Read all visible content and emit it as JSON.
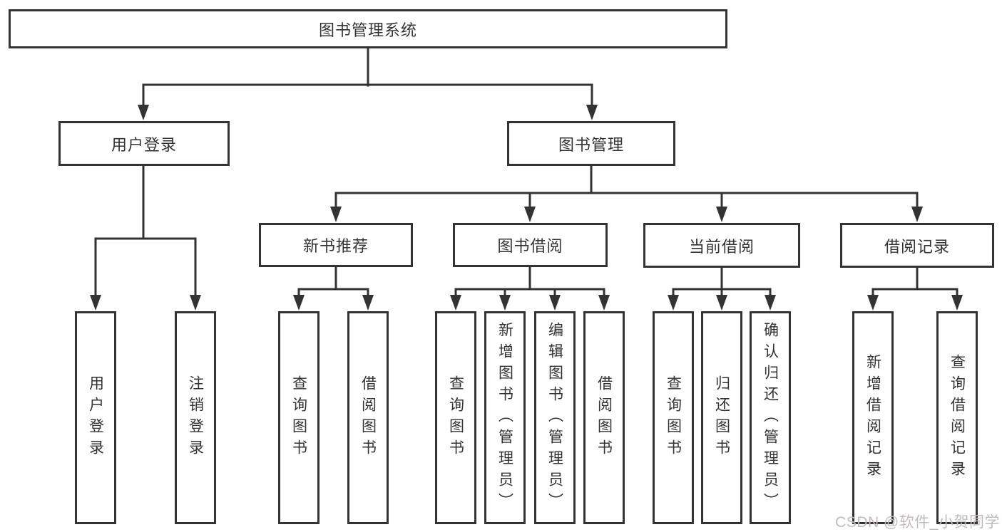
{
  "tree": {
    "label": "图书管理系统",
    "children": [
      {
        "label": "用户登录",
        "children": [
          {
            "label": "用户登录"
          },
          {
            "label": "注销登录"
          }
        ]
      },
      {
        "label": "图书管理",
        "children": [
          {
            "label": "新书推荐",
            "children": [
              {
                "label": "查询图书"
              },
              {
                "label": "借阅图书"
              }
            ]
          },
          {
            "label": "图书借阅",
            "children": [
              {
                "label": "查询图书"
              },
              {
                "label": "新增图书（管理员）"
              },
              {
                "label": "编辑图书（管理员）"
              },
              {
                "label": "借阅图书"
              }
            ]
          },
          {
            "label": "当前借阅",
            "children": [
              {
                "label": "查询图书"
              },
              {
                "label": "归还图书"
              },
              {
                "label": "确认归还（管理员）"
              }
            ]
          },
          {
            "label": "借阅记录",
            "children": [
              {
                "label": "新增借阅记录"
              },
              {
                "label": "查询借阅记录"
              }
            ]
          }
        ]
      }
    ]
  },
  "watermark": {
    "text": "CSDN @软件_小贺同学"
  },
  "colors": {
    "line": "#333333",
    "text": "#333333",
    "box_fill": "#ffffff",
    "background": "#ffffff",
    "watermark": "#c3bbbb"
  }
}
